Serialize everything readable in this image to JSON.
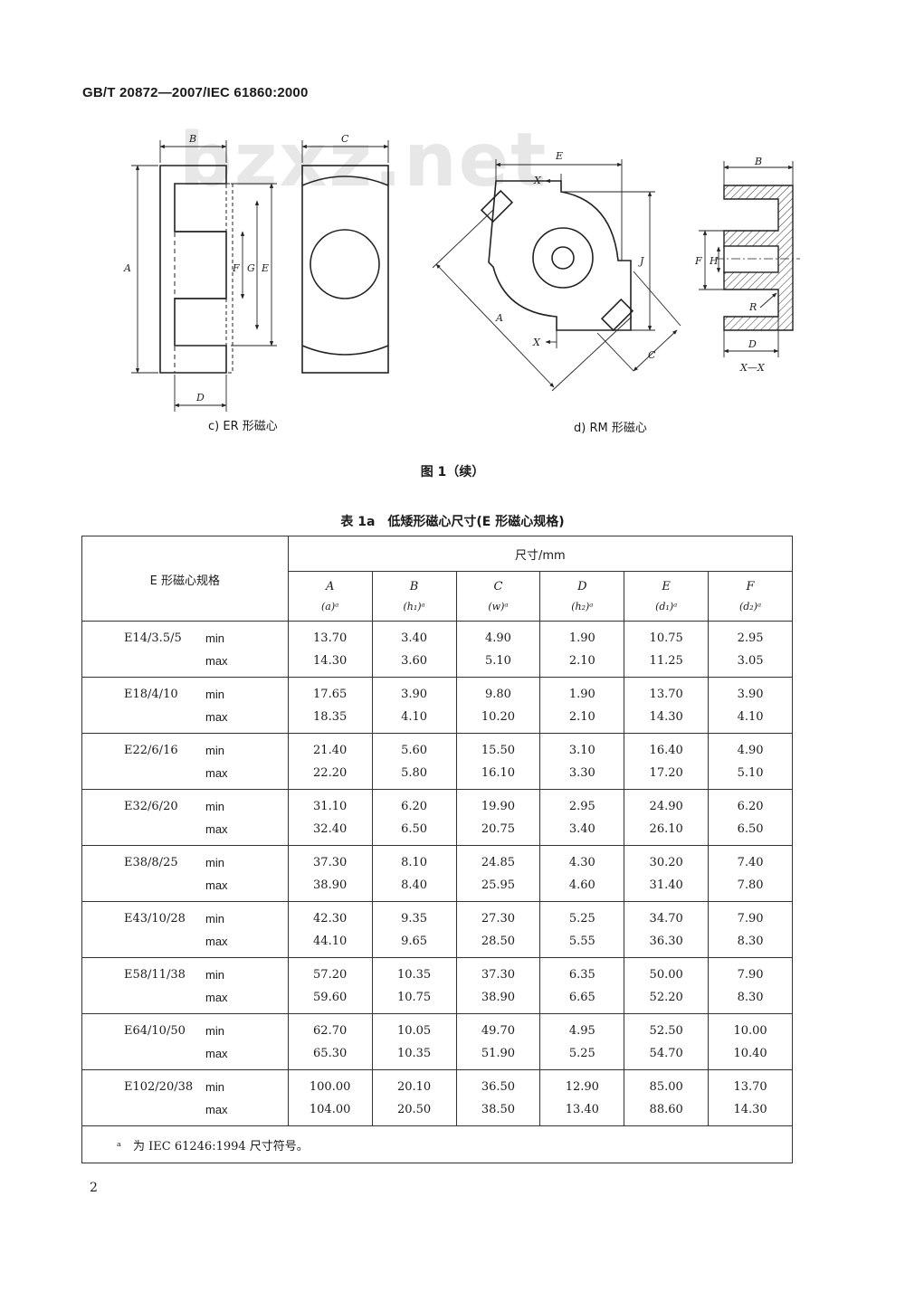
{
  "header": {
    "standard": "GB/T 20872—2007/IEC 61860:2000"
  },
  "watermark": "bzxz.net",
  "figure": {
    "er_caption": "c) ER 形磁心",
    "rm_caption": "d) RM 形磁心",
    "title": "图 1（续）",
    "labels": {
      "A": "A",
      "B": "B",
      "C": "C",
      "D": "D",
      "E": "E",
      "F": "F",
      "G": "G",
      "H": "H",
      "J": "J",
      "R": "R",
      "X": "X",
      "section": "X—X"
    }
  },
  "table": {
    "title": "表 1a　低矮形磁心尺寸(E 形磁心规格)",
    "spec_header": "E 形磁心规格",
    "group_header": "尺寸/mm",
    "columns": [
      {
        "name": "A",
        "sub": "(a)ᵃ"
      },
      {
        "name": "B",
        "sub": "(h₁)ᵃ"
      },
      {
        "name": "C",
        "sub": "(w)ᵃ"
      },
      {
        "name": "D",
        "sub": "(h₂)ᵃ"
      },
      {
        "name": "E",
        "sub": "(d₁)ᵃ"
      },
      {
        "name": "F",
        "sub": "(d₂)ᵃ"
      }
    ],
    "min_label": "min",
    "max_label": "max",
    "rows": [
      {
        "spec": "E14/3.5/5",
        "min": [
          "13.70",
          "3.40",
          "4.90",
          "1.90",
          "10.75",
          "2.95"
        ],
        "max": [
          "14.30",
          "3.60",
          "5.10",
          "2.10",
          "11.25",
          "3.05"
        ]
      },
      {
        "spec": "E18/4/10",
        "min": [
          "17.65",
          "3.90",
          "9.80",
          "1.90",
          "13.70",
          "3.90"
        ],
        "max": [
          "18.35",
          "4.10",
          "10.20",
          "2.10",
          "14.30",
          "4.10"
        ]
      },
      {
        "spec": "E22/6/16",
        "min": [
          "21.40",
          "5.60",
          "15.50",
          "3.10",
          "16.40",
          "4.90"
        ],
        "max": [
          "22.20",
          "5.80",
          "16.10",
          "3.30",
          "17.20",
          "5.10"
        ]
      },
      {
        "spec": "E32/6/20",
        "min": [
          "31.10",
          "6.20",
          "19.90",
          "2.95",
          "24.90",
          "6.20"
        ],
        "max": [
          "32.40",
          "6.50",
          "20.75",
          "3.40",
          "26.10",
          "6.50"
        ]
      },
      {
        "spec": "E38/8/25",
        "min": [
          "37.30",
          "8.10",
          "24.85",
          "4.30",
          "30.20",
          "7.40"
        ],
        "max": [
          "38.90",
          "8.40",
          "25.95",
          "4.60",
          "31.40",
          "7.80"
        ]
      },
      {
        "spec": "E43/10/28",
        "min": [
          "42.30",
          "9.35",
          "27.30",
          "5.25",
          "34.70",
          "7.90"
        ],
        "max": [
          "44.10",
          "9.65",
          "28.50",
          "5.55",
          "36.30",
          "8.30"
        ]
      },
      {
        "spec": "E58/11/38",
        "min": [
          "57.20",
          "10.35",
          "37.30",
          "6.35",
          "50.00",
          "7.90"
        ],
        "max": [
          "59.60",
          "10.75",
          "38.90",
          "6.65",
          "52.20",
          "8.30"
        ]
      },
      {
        "spec": "E64/10/50",
        "min": [
          "62.70",
          "10.05",
          "49.70",
          "4.95",
          "52.50",
          "10.00"
        ],
        "max": [
          "65.30",
          "10.35",
          "51.90",
          "5.25",
          "54.70",
          "10.40"
        ]
      },
      {
        "spec": "E102/20/38",
        "min": [
          "100.00",
          "20.10",
          "36.50",
          "12.90",
          "85.00",
          "13.70"
        ],
        "max": [
          "104.00",
          "20.50",
          "38.50",
          "13.40",
          "88.60",
          "14.30"
        ]
      }
    ],
    "footnote": "ᵃ　为 IEC 61246:1994 尺寸符号。"
  },
  "page_number": "2"
}
